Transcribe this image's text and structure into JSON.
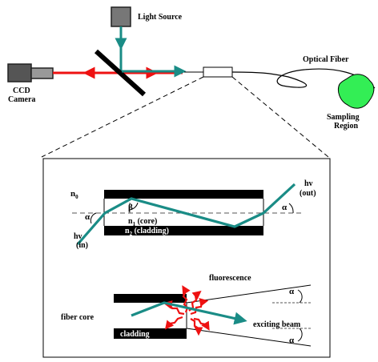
{
  "labels": {
    "light_source": "Light Source",
    "ccd_line1": "CCD",
    "ccd_line2": "Camera",
    "optical_fiber": "Optical Fiber",
    "sampling_line1": "Sampling",
    "sampling_line2": "Region",
    "n0": "n",
    "n0_sub": "0",
    "n1": "n",
    "n1_sub": "1",
    "n1_text": " (core)",
    "n2": "n",
    "n2_sub": "2",
    "n2_text": " (cladding)",
    "hv_out_line1": "hv",
    "hv_out_line2": "(out)",
    "hv_in_line1": "hv",
    "hv_in_line2": "(in)",
    "alpha_left": "α",
    "beta": "β",
    "alpha_right": "α",
    "fluorescence": "fluorescence",
    "fiber_core": "fiber core",
    "cladding": "cladding",
    "exciting_beam": "exciting beam",
    "alpha_top": "α",
    "alpha_bottom": "α"
  },
  "colors": {
    "beam": "#1a8c86",
    "laser": "#ee1111",
    "source_box": "#777777",
    "camera_body": "#555555",
    "camera_lens": "#999999",
    "sampling_region": "#33ee55",
    "cladding": "#000000"
  }
}
